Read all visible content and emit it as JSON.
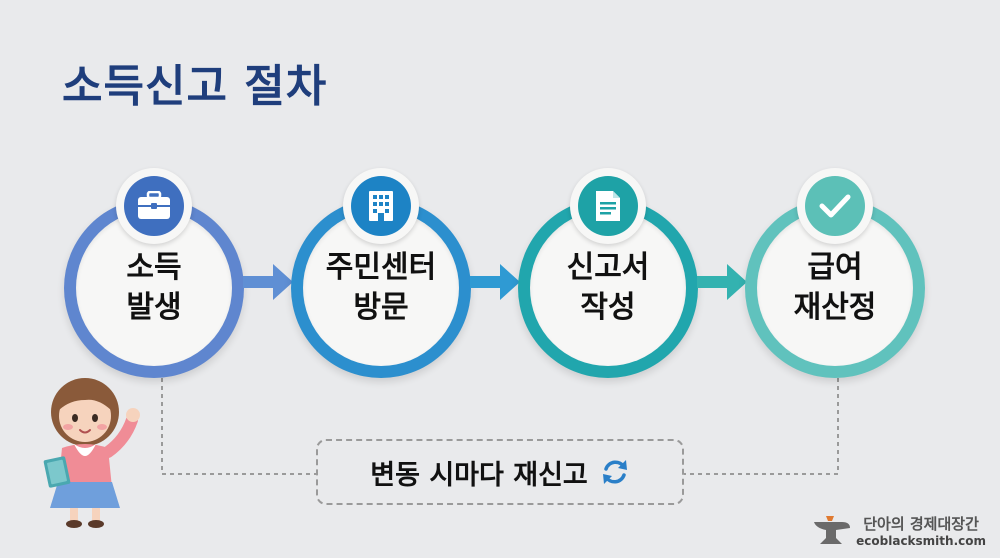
{
  "title": "소득신고 절차",
  "steps": [
    {
      "line1": "소득",
      "line2": "발생",
      "icon": "briefcase-icon"
    },
    {
      "line1": "주민센터",
      "line2": "방문",
      "icon": "building-icon"
    },
    {
      "line1": "신고서",
      "line2": "작성",
      "icon": "document-icon"
    },
    {
      "line1": "급여",
      "line2": "재산정",
      "icon": "checkmark-icon"
    }
  ],
  "feedback": {
    "text": "변동 시마다 재신고",
    "icon": "refresh-icon"
  },
  "watermark": {
    "name": "단아의 경제대장간",
    "url": "ecoblacksmith.com"
  },
  "colors": {
    "title": "#1f3e7c",
    "step1": "#5f86cf",
    "step2": "#2c8fce",
    "step3": "#21a6ad",
    "step4": "#60c2bd",
    "background": "#e9eaec"
  }
}
